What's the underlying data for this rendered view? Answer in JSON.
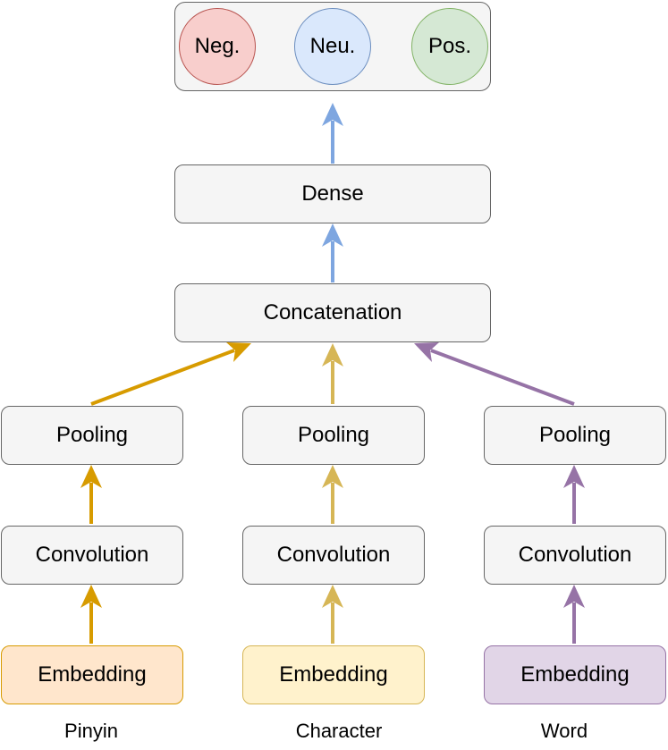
{
  "colors": {
    "pinyin": "#d79b00",
    "character": "#d6b656",
    "word": "#9673a6",
    "blue": "#7ea6e0",
    "node_fill": "#f5f5f5",
    "node_stroke": "#666666"
  },
  "output": {
    "neg": "Neg.",
    "neu": "Neu.",
    "pos": "Pos."
  },
  "dense": "Dense",
  "concatenation": "Concatenation",
  "branches": [
    {
      "name": "Pinyin",
      "pooling": "Pooling",
      "convolution": "Convolution",
      "embedding": "Embedding"
    },
    {
      "name": "Character",
      "pooling": "Pooling",
      "convolution": "Convolution",
      "embedding": "Embedding"
    },
    {
      "name": "Word",
      "pooling": "Pooling",
      "convolution": "Convolution",
      "embedding": "Embedding"
    }
  ]
}
